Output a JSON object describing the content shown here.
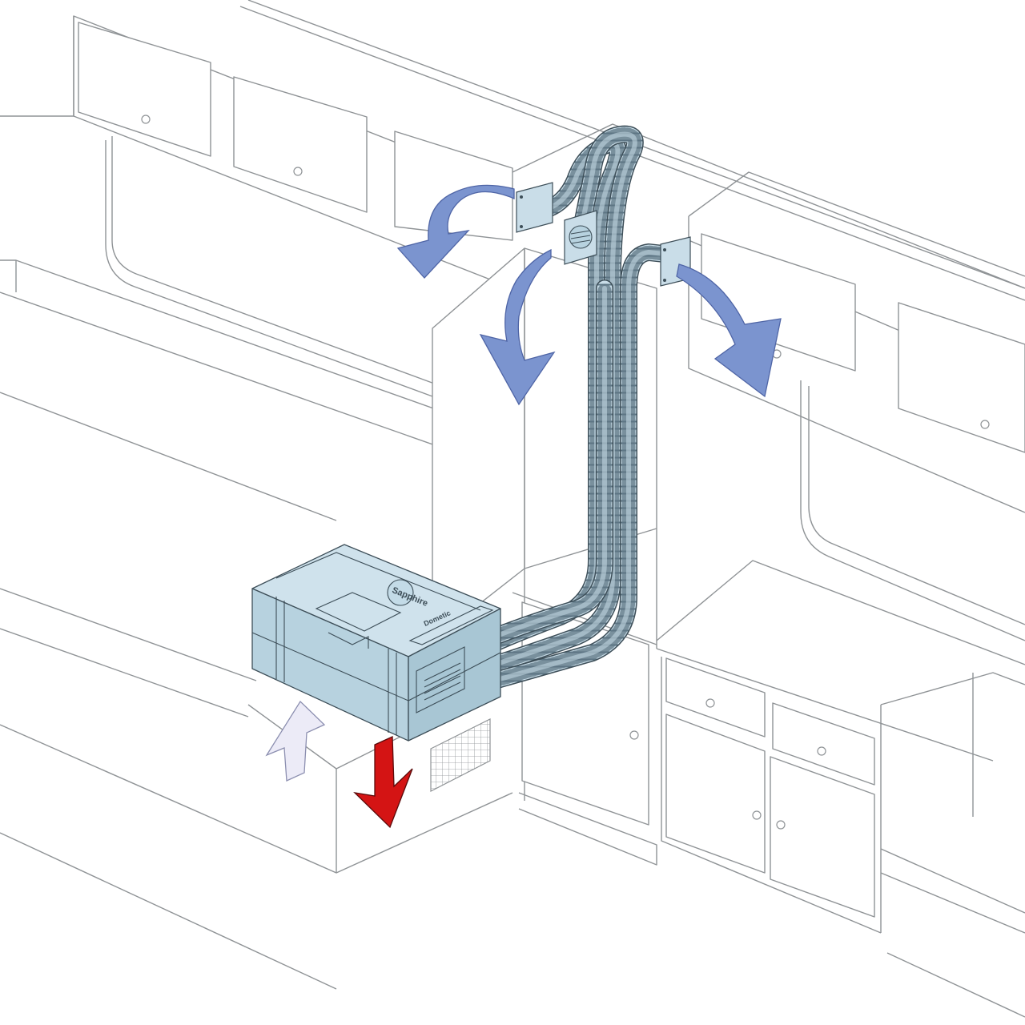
{
  "colors": {
    "background": "#ffffff",
    "furniture_line": "#8f9396",
    "duct_fill": "#c9dde8",
    "duct_rib": "#5d7684",
    "heater_top": "#cfe2ec",
    "heater_front": "#b7d2df",
    "heater_side": "#a8c6d4",
    "warm_air_arrow": "#7b94cf",
    "warm_air_arrow_outline": "#4f65a6",
    "intake_arrow": "#ecebf7",
    "intake_arrow_outline": "#8c8fb0",
    "exhaust_arrow": "#d41414",
    "exhaust_arrow_outline": "#5a0a0a"
  },
  "diagram": {
    "heater_brand_label": "Sapphire",
    "heater_logo_label": "Dometic",
    "air_outlets": [
      {
        "name": "outlet-left",
        "flow": "warm-air-out"
      },
      {
        "name": "outlet-center",
        "flow": "warm-air-out"
      },
      {
        "name": "outlet-right",
        "flow": "warm-air-out"
      }
    ],
    "return_air": {
      "flow": "air-in"
    },
    "exhaust": {
      "flow": "air-out"
    }
  }
}
